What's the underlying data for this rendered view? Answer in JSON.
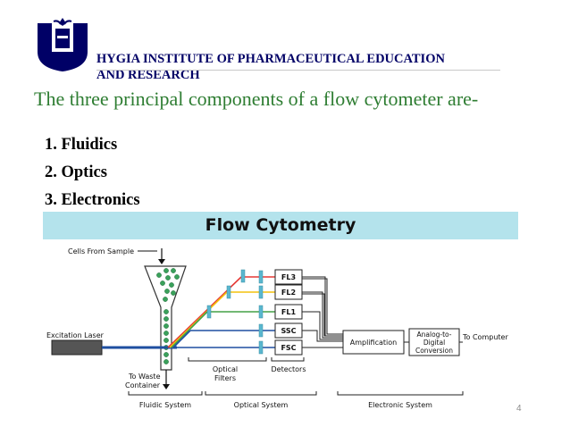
{
  "header": {
    "institute_line1": "HYGIA INSTITUTE OF PHARMACEUTICAL EDUCATION",
    "institute_line2": "AND RESEARCH"
  },
  "slide": {
    "heading": "The three principal components of a flow cytometer are-",
    "components": [
      "1. Fluidics",
      "2. Optics",
      "3. Electronics"
    ],
    "page_number": "4"
  },
  "diagram": {
    "title": "Flow Cytometry",
    "labels": {
      "cells_from_sample": "Cells From Sample",
      "excitation_laser": "Excitation Laser",
      "to_waste_line1": "To Waste",
      "to_waste_line2": "Container",
      "optical_filters_line1": "Optical",
      "optical_filters_line2": "Filters",
      "detectors": "Detectors",
      "fl3": "FL3",
      "fl2": "FL2",
      "fl1": "FL1",
      "ssc": "SSC",
      "fsc": "FSC",
      "amplification": "Amplification",
      "adc_line1": "Analog-to-",
      "adc_line2": "Digital",
      "adc_line3": "Conversion",
      "to_computer": "To Computer",
      "fluidic_system": "Fluidic System",
      "optical_system": "Optical System",
      "electronic_system": "Electronic System"
    },
    "colors": {
      "fl3_beam": "#e53935",
      "fl2_beam": "#f4c20d",
      "fl1_beam": "#43a047",
      "ssc_beam": "#1e4fa0",
      "fsc_beam": "#1e4fa0",
      "laser": "#1e4fa0",
      "cells": "#3aa15b",
      "filter": "#5ab7cf",
      "laser_box": "#555555"
    }
  }
}
